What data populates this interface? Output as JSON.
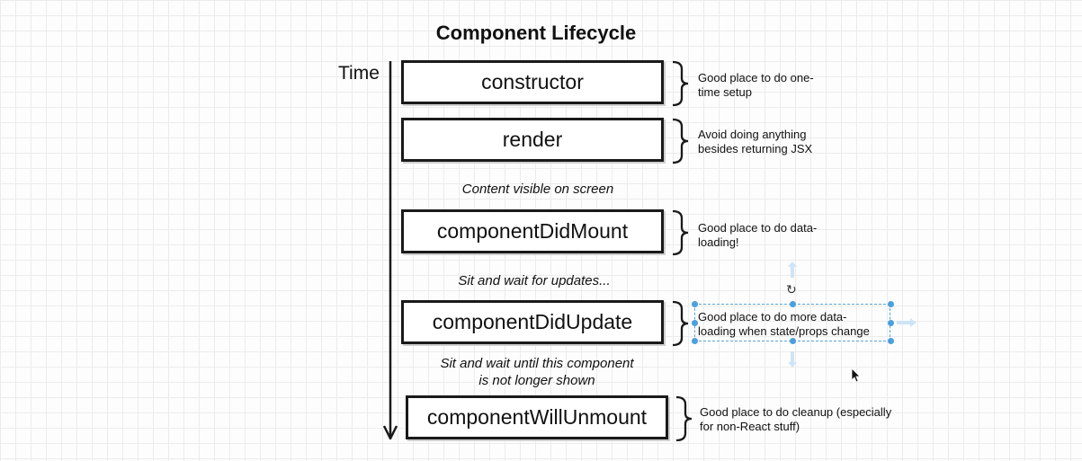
{
  "diagram": {
    "title": "Component Lifecycle",
    "time_label": "Time",
    "stages": [
      {
        "method": "constructor",
        "note": [
          "Good place to do one-",
          "time setup"
        ]
      },
      {
        "method": "render",
        "note": [
          "Avoid doing anything",
          "besides returning JSX"
        ]
      },
      {
        "method": "componentDidMount",
        "note": [
          "Good place to do data-",
          "loading!"
        ]
      },
      {
        "method": "componentDidUpdate",
        "note": [
          "Good place to do more data-",
          "loading when state/props change"
        ]
      },
      {
        "method": "componentWillUnmount",
        "note": [
          "Good place to do cleanup (especially",
          "for non-React stuff)"
        ]
      }
    ],
    "captions": [
      [
        "Content visible on screen"
      ],
      [
        "Sit and wait for updates..."
      ],
      [
        "Sit and wait until this component",
        "is not longer shown"
      ]
    ]
  },
  "colors": {
    "ink": "#1a1a1a",
    "grid": "#ececec",
    "selection": "#4aa0dc"
  },
  "icons": {
    "rotate": "rotate-icon",
    "cursor": "cursor-icon",
    "move": "move-arrow-icon"
  }
}
